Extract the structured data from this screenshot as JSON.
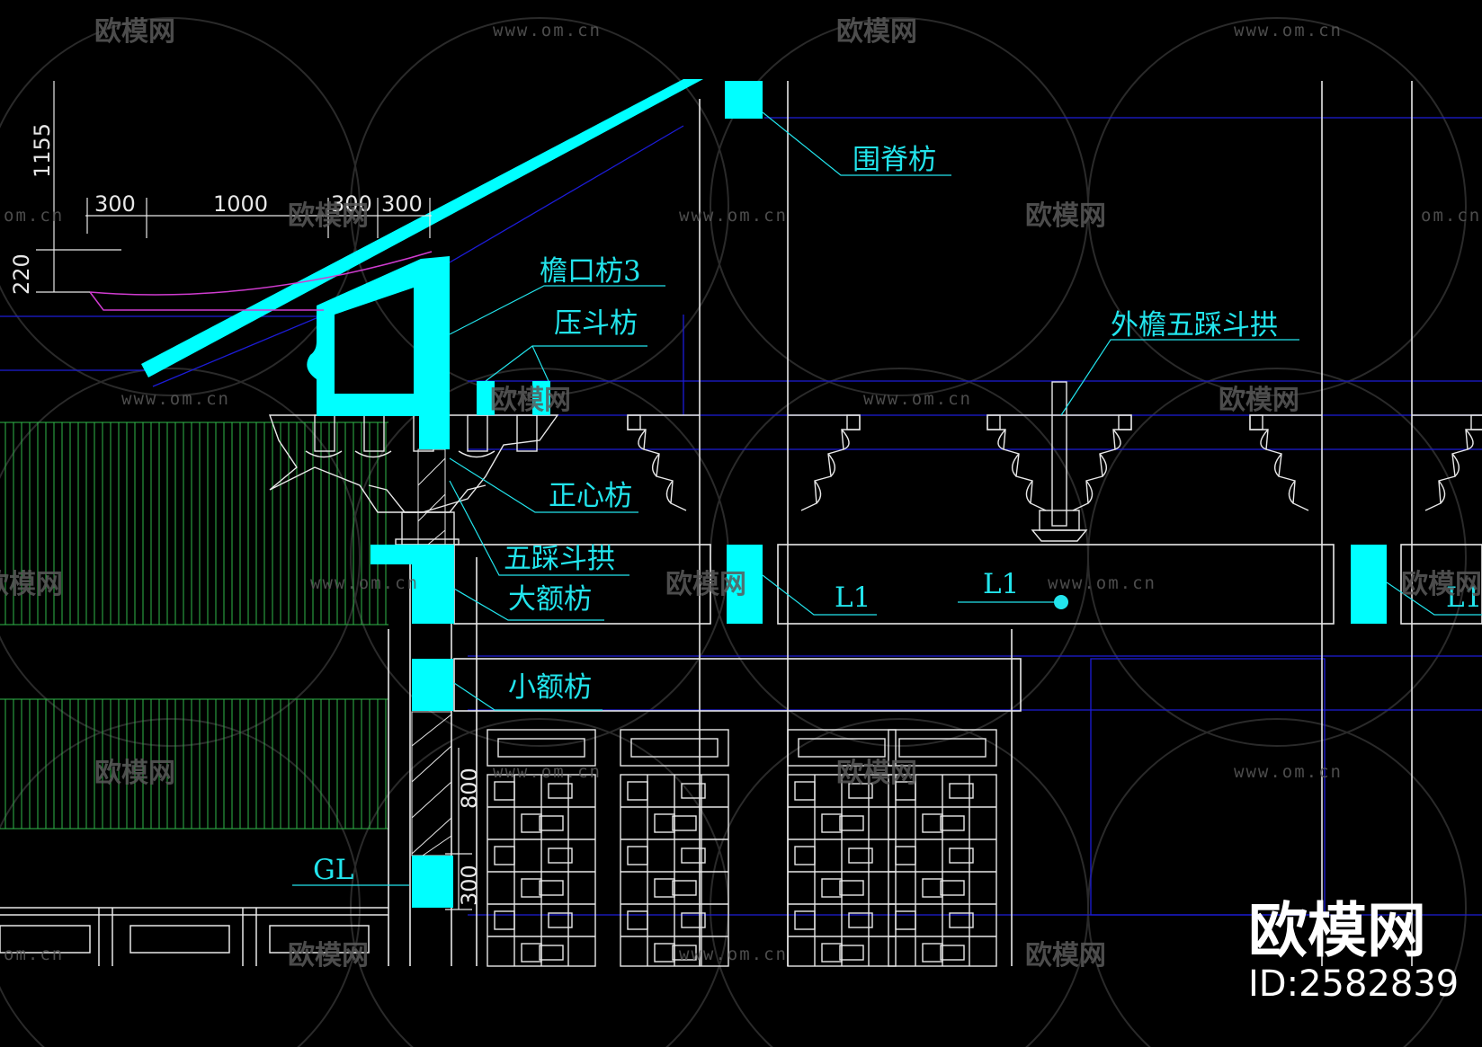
{
  "labels": {
    "weiji_fang": "围脊枋",
    "yankou_fang": "檐口枋3",
    "yadou_fang": "压斗枋",
    "waiyan_dougong": "外檐五踩斗拱",
    "zhengxin_fang": "正心枋",
    "wucai_dougong": "五踩斗拱",
    "dae_fang": "大额枋",
    "xiaoe_fang": "小额枋",
    "l1_a": "L1",
    "l1_b": "L1",
    "l1_c": "L1",
    "gl": "GL"
  },
  "dimensions": {
    "d1155": "1155",
    "d220": "220",
    "d300a": "300",
    "d1000": "1000",
    "d300b": "300",
    "d300c": "300",
    "d800": "800",
    "d300d": "300"
  },
  "watermark": {
    "brand": "欧模网",
    "site": "www.om.cn",
    "site_short": "om.cn",
    "id": "ID:2582839"
  },
  "colors": {
    "cyan": "#00ffff",
    "blue": "#1c1cd8",
    "green": "#2fb84a",
    "magenta": "#d03cd0",
    "white": "#e8e8e8"
  }
}
